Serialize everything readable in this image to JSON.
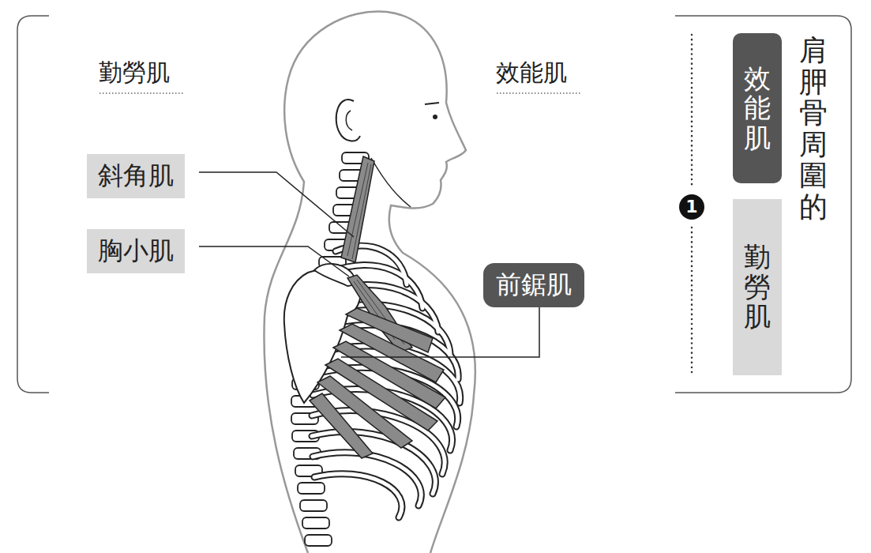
{
  "diagram": {
    "nodes": [
      {
        "text": [
          "斜角肌"
        ]
      },
      {
        "text": [
          "胸小肌"
        ]
      },
      {
        "text": [
          "前鋸肌"
        ]
      },
      {
        "text": [
          "效能肌"
        ]
      },
      {
        "text": [
          "勤勞肌"
        ]
      }
    ],
    "labels": [
      "勤勞肌",
      "效能肌",
      "肩胛骨周圍的",
      "1"
    ]
  }
}
